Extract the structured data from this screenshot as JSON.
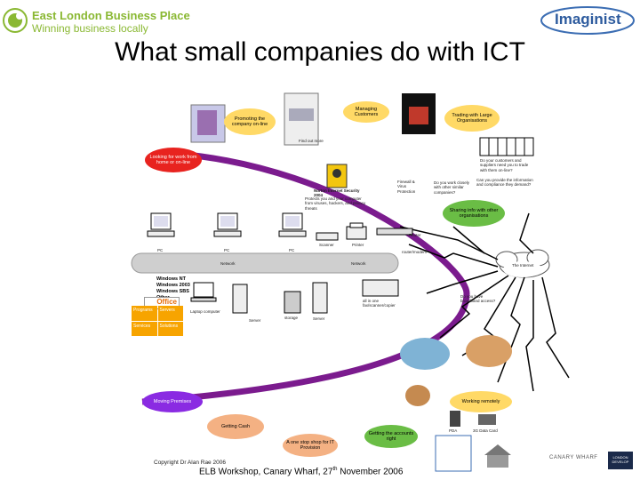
{
  "header": {
    "left_logo": {
      "name": "East London Business Place",
      "tagline": "Winning business locally"
    },
    "right_logo": {
      "name": "Imaginist"
    },
    "title": "What small companies do with ICT"
  },
  "diagram": {
    "bubbles": {
      "promoting": "Promoting the company on-line",
      "managing_customers": "Managing Customers",
      "trading_large": "Trading with Large Organisations",
      "home_access": "Looking for work from home or on-line",
      "sharing_info": "Sharing info with other organisations",
      "moving_premises": "Moving Premises",
      "working_remotely": "Working remotely",
      "getting_cash": "Getting Cash",
      "needs_cheaper": "A one stop shop for IT Provision",
      "accounts": "Getting the accounts right"
    },
    "labels": {
      "find_out_more": "Find out more",
      "customers_question": "Do your customers and suppliers need you to trade with them on-line?",
      "info_question": "Can you provide the information and compliance they demand?",
      "share_question": "Do you work closely with other similar companies?",
      "firewall": "Firewall & Virus Protection",
      "norton": "Norton Internet Security 2004",
      "norton_sub": "Protects you and your computer from viruses, hackers, and privacy threats",
      "router": "Router",
      "router_sub": "router/modem",
      "scanner": "Scanner",
      "printer": "Printer",
      "internet": "The Internet",
      "network_left": "Network",
      "network_right": "Network",
      "pc1": "PC",
      "pc2": "PC",
      "pc3": "PC",
      "laptop": "Laptop computer",
      "server1": "Server",
      "server2": "storage",
      "server3": "Server",
      "broadband": "Do you have broadband access?",
      "all_in_one": "all in one fax/scanner/copier",
      "pda": "PDA",
      "datacard": "3G Data Card",
      "windows": [
        "Windows NT",
        "Windows 2003",
        "Windows SBS",
        "Other"
      ],
      "office": "Office",
      "office_tiles": [
        "Programs",
        "Servers",
        "Services",
        "Solutions"
      ],
      "canary_wharf": "CANARY WHARF",
      "london_logo": "LONDON DEVELOP"
    }
  },
  "footer": {
    "copyright": "Copyright Dr Alan Rae     2006",
    "event_pre": "ELB Workshop, Canary Wharf, 27",
    "event_sup": "th",
    "event_post": " November 2006"
  },
  "colors": {
    "arc": "#7b1b8e",
    "logo_green": "#8ab833",
    "red": "#e8231f",
    "orange": "#f4b183",
    "yellow": "#ffd966",
    "green": "#6abd45",
    "purple": "#8a2be2",
    "pipe": "#bfbfbf"
  }
}
